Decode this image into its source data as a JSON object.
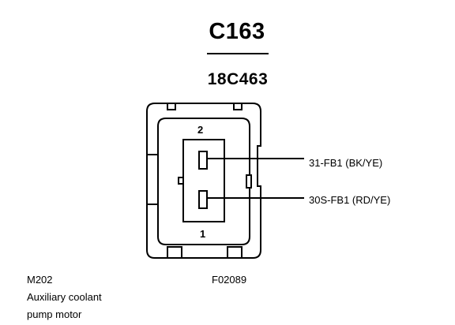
{
  "connector": {
    "title": "C163",
    "part_number": "18C463",
    "pins": [
      {
        "number": "2",
        "circuit": "31-FB1 (BK/YE)"
      },
      {
        "number": "1",
        "circuit": "30S-FB1 (RD/YE)"
      }
    ]
  },
  "component": {
    "code": "M202",
    "name_line1": "Auxiliary coolant",
    "name_line2": "pump motor"
  },
  "figure_id": "F02089"
}
